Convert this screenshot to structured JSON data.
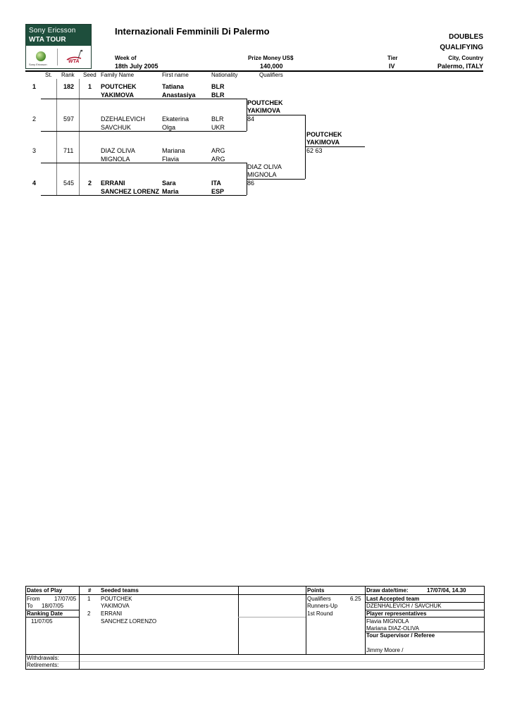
{
  "logo": {
    "line1": "Sony Ericsson",
    "line2": "WTA TOUR",
    "sponsor_small": "Sony Ericsson"
  },
  "header": {
    "title": "Internazionali Femminili Di Palermo",
    "event": "DOUBLES",
    "draw": "QUALIFYING",
    "week_label": "Week of",
    "week_value": "18th July 2005",
    "prize_label": "Prize Money US$",
    "prize_value": "140,000",
    "tier_label": "Tier",
    "tier_value": "IV",
    "city_label": "City, Country",
    "city_value": "Palermo, ITALY"
  },
  "columns": {
    "st": "St.",
    "rank": "Rank",
    "seed": "Seed",
    "family": "Family Name",
    "first": "First name",
    "nationality": "Nationality",
    "qualifiers": "Qualifiers"
  },
  "entries": [
    {
      "st": "1",
      "rank": "182",
      "seed": "1",
      "bold": true,
      "players": [
        {
          "family": "POUTCHEK",
          "first": "Tatiana",
          "nat": "BLR"
        },
        {
          "family": "YAKIMOVA",
          "first": "Anastasiya",
          "nat": "BLR"
        }
      ]
    },
    {
      "st": "2",
      "rank": "597",
      "seed": "",
      "bold": false,
      "players": [
        {
          "family": "DZEHALEVICH",
          "first": "Ekaterina",
          "nat": "BLR"
        },
        {
          "family": "SAVCHUK",
          "first": "Olga",
          "nat": "UKR"
        }
      ]
    },
    {
      "st": "3",
      "rank": "711",
      "seed": "",
      "bold": false,
      "players": [
        {
          "family": "DIAZ OLIVA",
          "first": "Mariana",
          "nat": "ARG"
        },
        {
          "family": "MIGNOLA",
          "first": "Flavia",
          "nat": "ARG"
        }
      ]
    },
    {
      "st": "4",
      "rank": "545",
      "seed": "2",
      "bold": true,
      "players": [
        {
          "family": "ERRANI",
          "first": "Sara",
          "nat": "ITA"
        },
        {
          "family": "SANCHEZ LORENZ",
          "first": "Maria",
          "nat": "ESP"
        }
      ]
    }
  ],
  "round1": [
    {
      "line1": "POUTCHEK",
      "line2": "YAKIMOVA",
      "score": "84",
      "bold": true
    },
    {
      "line1": "DIAZ OLIVA",
      "line2": "MIGNOLA",
      "score": "86",
      "bold": false
    }
  ],
  "final": {
    "line1": "POUTCHEK",
    "line2": "YAKIMOVA",
    "score": "62 63"
  },
  "footer": {
    "dates_of_play": "Dates of Play",
    "from_label": "From",
    "from_value": "17/07/05",
    "to_label": "To",
    "to_value": "18/07/05",
    "ranking_date": "Ranking Date",
    "ranking_value": "11/07/05",
    "hash": "#",
    "seeded_teams": "Seeded teams",
    "seeds": [
      {
        "num": "1",
        "line1": "POUTCHEK",
        "line2": "YAKIMOVA"
      },
      {
        "num": "2",
        "line1": "ERRANI",
        "line2": "SANCHEZ LORENZO"
      }
    ],
    "points": "Points",
    "points_rows": [
      {
        "label": "Qualifiers",
        "value": "6.25"
      },
      {
        "label": "Runners-Up",
        "value": ""
      },
      {
        "label": "1st Round",
        "value": ""
      }
    ],
    "draw_datetime_label": "Draw date/time:",
    "draw_datetime_value": "17/07/04, 14.30",
    "last_accepted_label": "Last Accepted team",
    "last_accepted_value": "DZENHALEVICH / SAVCHUK",
    "player_reps_label": "Player representatives",
    "player_reps": [
      "Flavia MIGNOLA",
      "Mariana DIAZ-OLIVA"
    ],
    "supervisor_label": "Tour Supervisor / Referee",
    "supervisor_value": "Jimmy Moore /",
    "withdrawals": "Withdrawals:",
    "retirements": "Retirements:"
  }
}
